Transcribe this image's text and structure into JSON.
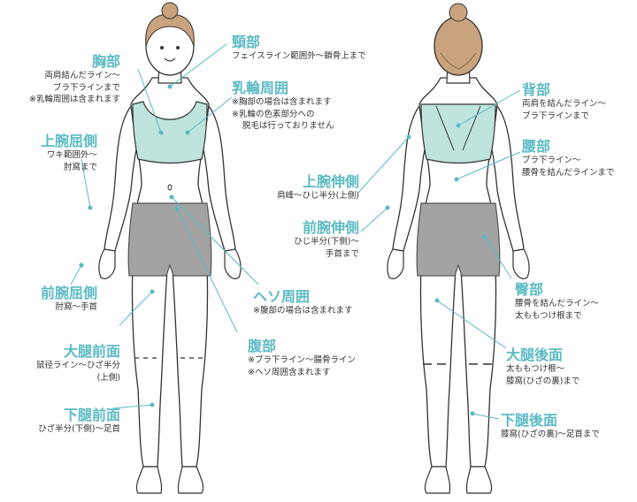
{
  "colors": {
    "accent": "#5bbac4",
    "skin": "#ffffff",
    "outline": "#333333",
    "hair": "#c9a27e",
    "top": "#bfe4de",
    "shorts": "#a3a3a3",
    "text": "#333333"
  },
  "regions": {
    "neck": {
      "title": "頸部",
      "desc": [
        "フェイスライン範囲外～鎖骨上まで"
      ]
    },
    "chest": {
      "title": "胸部",
      "desc": [
        "両肩結んだライン～",
        "ブラ下ラインまで",
        "※乳輪周囲は含まれます"
      ]
    },
    "areola": {
      "title": "乳輪周囲",
      "desc": [
        "※胸部の場合は含まれます",
        "※乳輪の色素部分への",
        "脱毛は行っておりません"
      ]
    },
    "upper_arm_flexor": {
      "title": "上腕屈側",
      "desc": [
        "ワキ範囲外～",
        "肘窩まで"
      ]
    },
    "forearm_flexor": {
      "title": "前腕屈側",
      "desc": [
        "肘窩～手首"
      ]
    },
    "navel": {
      "title": "ヘソ周囲",
      "desc": [
        "※腹部の場合は含まれます"
      ]
    },
    "abdomen": {
      "title": "腹部",
      "desc": [
        "※ブラ下ライン～腸骨ライン",
        "※ヘソ周囲含まれます"
      ]
    },
    "front_thigh": {
      "title": "大腿前面",
      "desc": [
        "鼠径ライン～ひざ半分",
        "(上側)"
      ]
    },
    "front_shin": {
      "title": "下腿前面",
      "desc": [
        "ひざ半分(下側)～足首"
      ]
    },
    "back": {
      "title": "背部",
      "desc": [
        "両肩を結んだライン～",
        "ブラ下ラインまで"
      ]
    },
    "lower_back": {
      "title": "腰部",
      "desc": [
        "ブラ下ライン～",
        "腰骨を結んだラインまで"
      ]
    },
    "upper_arm_extensor": {
      "title": "上腕伸側",
      "desc": [
        "肩峰～ひじ半分(上側)"
      ]
    },
    "forearm_extensor": {
      "title": "前腕伸側",
      "desc": [
        "ひじ半分(下側)～",
        "手首まで"
      ]
    },
    "buttocks": {
      "title": "臀部",
      "desc": [
        "腰骨を結んだライン～",
        "太ももつけ根まで"
      ]
    },
    "back_thigh": {
      "title": "大腿後面",
      "desc": [
        "太ももつけ根～",
        "膝窩(ひざの裏)まで"
      ]
    },
    "back_calf": {
      "title": "下腿後面",
      "desc": [
        "膝窩(ひざの裏)～足首まで"
      ]
    }
  }
}
